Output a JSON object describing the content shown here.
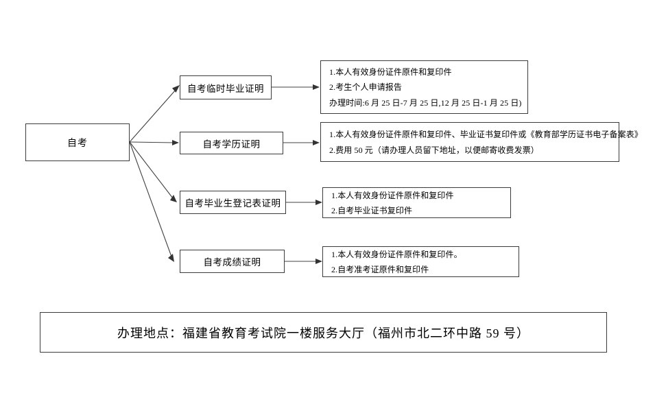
{
  "diagram": {
    "type": "flowchart",
    "root": {
      "label": "自考"
    },
    "branches": [
      {
        "label": "自考临时毕业证明",
        "details": [
          "1.本人有效身份证件原件和复印件",
          "2.考生个人申请报告",
          "办理时间:6 月 25 日-7 月 25 日,12 月 25 日-1 月 25 日)"
        ]
      },
      {
        "label": "自考学历证明",
        "details": [
          "1.本人有效身份证件原件和复印件、毕业证书复印件或《教育部学历证书电子备案表》",
          "2.费用 50 元（请办理人员留下地址，以便邮寄收费发票）"
        ]
      },
      {
        "label": "自考毕业生登记表证明",
        "details": [
          "1.本人有效身份证件原件和复印件",
          "2.自考毕业证书复印件"
        ]
      },
      {
        "label": "自考成绩证明",
        "details": [
          "1.本人有效身份证件原件和复印件。",
          "2.自考准考证原件和复印件"
        ]
      }
    ],
    "footer": {
      "text": "办理地点：福建省教育考试院一楼服务大厅（福州市北二环中路 59 号）"
    }
  },
  "colors": {
    "border": "#3a3a3a",
    "connector": "#404040",
    "background": "#ffffff",
    "text": "#000000"
  }
}
